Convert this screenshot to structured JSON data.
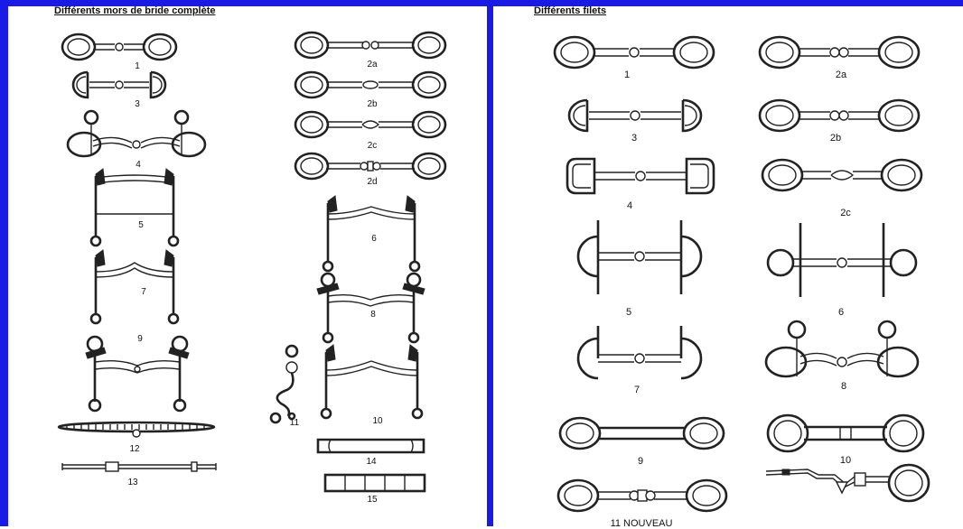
{
  "left_panel": {
    "title": "Différents mors de bride complète",
    "labels": {
      "b1": "1",
      "b3": "3",
      "b4": "4",
      "b5": "5",
      "b7": "7",
      "b9": "9",
      "b12": "12",
      "b13": "13",
      "b2a": "2a",
      "b2b": "2b",
      "b2c": "2c",
      "b2d": "2d",
      "b6": "6",
      "b8": "8",
      "b10": "10",
      "b11": "11",
      "b14": "14",
      "b15": "15"
    }
  },
  "right_panel": {
    "title": "Différents filets",
    "labels": {
      "f1": "1",
      "f3": "3",
      "f4": "4",
      "f5": "5",
      "f7": "7",
      "f9": "9",
      "f11": "11  NOUVEAU",
      "f2a": "2a",
      "f2b": "2b",
      "f2c": "2c",
      "f6": "6",
      "f8": "8",
      "f10": "10"
    }
  },
  "colors": {
    "frame": "#1a1ae6",
    "ink": "#222222",
    "background": "#ffffff"
  }
}
